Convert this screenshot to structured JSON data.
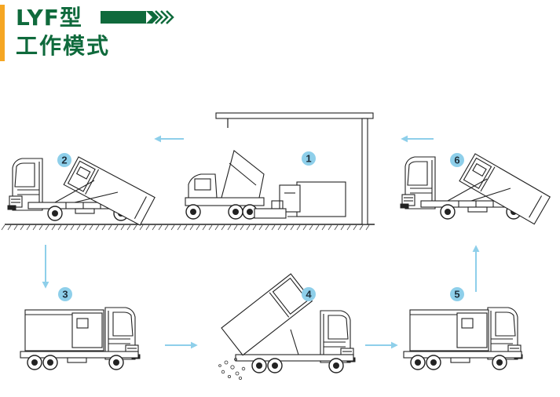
{
  "header": {
    "title_line1": "LYF型",
    "title_line2": "工作模式",
    "accent_color": "#f5a623",
    "title_color": "#0f6a3c"
  },
  "diagram": {
    "arrow_color": "#8ecfea",
    "badge_color": "#8ecfea",
    "steps": [
      {
        "number": "1"
      },
      {
        "number": "2"
      },
      {
        "number": "3"
      },
      {
        "number": "4"
      },
      {
        "number": "5"
      },
      {
        "number": "6"
      }
    ]
  }
}
